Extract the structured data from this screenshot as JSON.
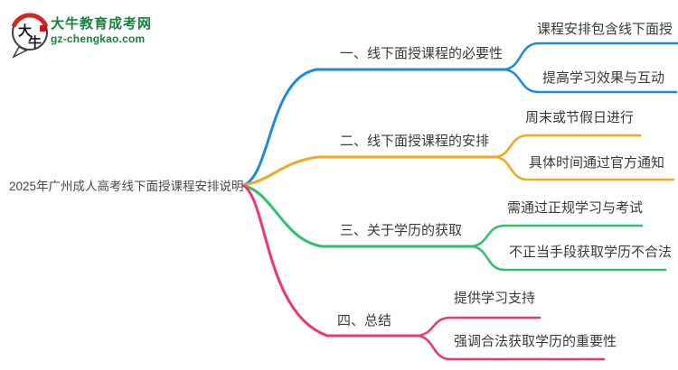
{
  "brand": {
    "site_name": "大牛教育成考网",
    "site_url": "gz-chengkao.com",
    "logo_char_1": "大",
    "logo_char_2": "牛",
    "green": "#17813d",
    "red": "#d9251c"
  },
  "mindmap": {
    "root": {
      "label": "2025年广州成人高考线下面授课程安排说明"
    },
    "branches": [
      {
        "label": "一、线下面授课程的必要性",
        "color": "#1e88e5",
        "children": [
          "课程安排包含线下面授",
          "提高学习效果与互动"
        ]
      },
      {
        "label": "二、线下面授课程的安排",
        "color": "#f5a623",
        "children": [
          "周末或节假日进行",
          "具体时间通过官方通知"
        ]
      },
      {
        "label": "三、关于学历的获取",
        "color": "#2dc26b",
        "children": [
          "需通过正规学习与考试",
          "不正当手段获取学历不合法"
        ]
      },
      {
        "label": "四、总结",
        "color": "#f1356e",
        "children": [
          "提供学习支持",
          "强调合法获取学历的重要性"
        ]
      }
    ]
  }
}
